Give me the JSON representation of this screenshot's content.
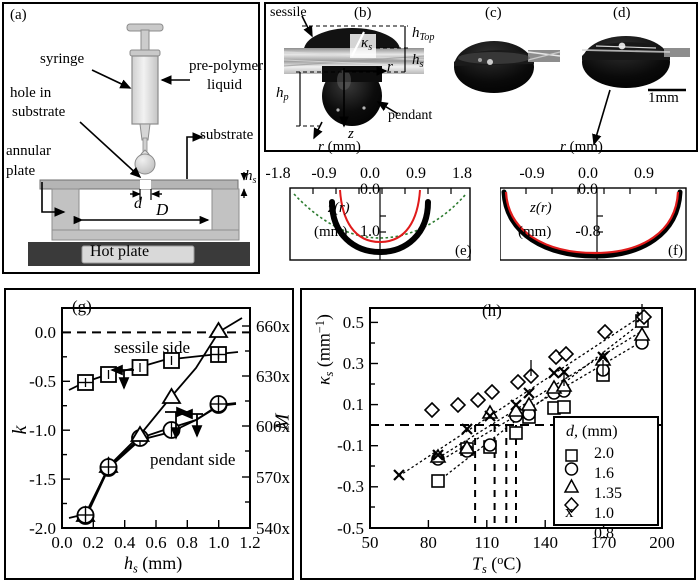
{
  "figure": {
    "panels": [
      "a",
      "b",
      "c",
      "d",
      "e",
      "f",
      "g",
      "h"
    ]
  },
  "panel_a": {
    "tag": "(a)",
    "labels": {
      "syringe": "syringe",
      "prepolymer_1": "pre-polymer",
      "prepolymer_2": "liquid",
      "hole_1": "hole in",
      "hole_2": "substrate",
      "annular_1": "annular",
      "annular_2": "plate",
      "substrate": "substrate",
      "hot_plate": "Hot plate",
      "d": "d",
      "D": "D",
      "hs": "h",
      "hs_sub": "s"
    },
    "colors": {
      "plate_gray": "#b5b5b5",
      "body_gray": "#c2c2c2",
      "hotplate_dark": "#3a3a3a",
      "hotplate_label_bg": "#d9d9d9"
    }
  },
  "panel_b": {
    "tag": "(b)",
    "labels": {
      "sessile": "sessile",
      "pendant": "pendant",
      "kappa_s": "κ",
      "kappa_sub": "s",
      "h_top": "h",
      "h_top_sub": "Top",
      "h_s": "h",
      "h_s_sub": "s",
      "h_p": "h",
      "h_p_sub": "p",
      "r": "r",
      "z": "z"
    }
  },
  "panel_c": {
    "tag": "(c)"
  },
  "panel_d": {
    "tag": "(d)",
    "scalebar_label": "1mm"
  },
  "panel_e": {
    "tag": "(e)",
    "axis_title": "r (mm)",
    "x_ticks": [
      "-1.8",
      "-0.9",
      "0.0",
      "0.9",
      "1.8"
    ],
    "y_label_1": "z(r)",
    "y_label_2": "(mm)",
    "y_ticks": [
      "0.0",
      "1.0"
    ],
    "curve_colors": {
      "data": "#000000",
      "fit": "#e01b1b",
      "parabola": "#2f7d32"
    }
  },
  "panel_f": {
    "tag": "(f)",
    "axis_title": "r (mm)",
    "x_ticks": [
      "-0.9",
      "0.0",
      "0.9"
    ],
    "y_label_1": "z(r)",
    "y_label_2": "(mm)",
    "y_ticks": [
      "0.0",
      "-0.8"
    ],
    "curve_colors": {
      "data": "#000000",
      "fit": "#e01b1b"
    }
  },
  "chart_data": [
    {
      "id": "panel_g",
      "type": "scatter",
      "tag": "(g)",
      "xlabel": "h_s (mm)",
      "xlabel_parts": {
        "sym": "h",
        "sub": "s",
        "unit": "(mm)"
      },
      "ylabel_left": "k",
      "ylabel_right": "M",
      "xlim": [
        0.0,
        1.2
      ],
      "ylim_left": [
        -2.0,
        0.25
      ],
      "ylim_right": [
        540,
        672
      ],
      "x_ticks": [
        "0.0",
        "0.2",
        "0.4",
        "0.6",
        "0.8",
        "1.0",
        "1.2"
      ],
      "x_tick_values": [
        0.0,
        0.2,
        0.4,
        0.6,
        0.8,
        1.0,
        1.2
      ],
      "y_ticks_left": [
        "0.0",
        "-0.5",
        "-1.0",
        "-1.5",
        "-2.0"
      ],
      "y_tick_values_left": [
        0.0,
        -0.5,
        -1.0,
        -1.5,
        -2.0
      ],
      "y_ticks_right": [
        "660x",
        "630x",
        "600x",
        "570x",
        "540x"
      ],
      "y_tick_values_right": [
        660,
        630,
        600,
        570,
        540
      ],
      "zero_line": 0.0,
      "annotations": [
        "sessile side",
        "pendant side"
      ],
      "series": [
        {
          "name": "k sessile side",
          "marker": "square",
          "axis": "left",
          "x": [
            0.15,
            0.3,
            0.5,
            0.7,
            1.0
          ],
          "y": [
            -0.59,
            -0.51,
            -0.43,
            -0.36,
            -0.3
          ],
          "yerr": [
            0.04,
            0.03,
            0.03,
            0.03,
            0.03
          ]
        },
        {
          "name": "k pendant side",
          "marker": "circle",
          "axis": "left",
          "x": [
            0.15,
            0.3,
            0.5,
            0.7,
            1.0
          ],
          "y": [
            -1.87,
            -1.38,
            -1.09,
            -1.0,
            -0.75
          ],
          "yerr": [
            0.07,
            0.06,
            0.04,
            0.04,
            0.03
          ]
        },
        {
          "name": "M sessile side",
          "marker": "triangle",
          "axis": "right",
          "x": [
            0.15,
            0.3,
            0.5,
            0.7,
            1.0
          ],
          "y": [
            543,
            575,
            600,
            620,
            665
          ],
          "yerr": [
            4,
            4,
            4,
            4,
            4
          ]
        },
        {
          "name": "M pendant side",
          "marker": "circle-plus",
          "axis": "right",
          "x": [
            0.15,
            0.3,
            0.5,
            0.7,
            1.0
          ],
          "y": [
            543,
            574,
            591,
            596,
            610
          ],
          "yerr": [
            4,
            4,
            4,
            4,
            4
          ]
        }
      ]
    },
    {
      "id": "panel_h",
      "type": "scatter",
      "tag": "(h)",
      "xlabel": "T_s (degC)",
      "xlabel_parts": {
        "sym": "T",
        "sub": "s",
        "unit": "(°C)"
      },
      "ylabel": "κ_s (mm^-1)",
      "ylabel_parts": {
        "sym": "κ",
        "sub": "s",
        "unit": "mm",
        "sup": "−1"
      },
      "xlim": [
        50,
        200
      ],
      "ylim": [
        -0.5,
        0.57
      ],
      "x_ticks": [
        "50",
        "80",
        "110",
        "140",
        "170",
        "200"
      ],
      "x_tick_values": [
        50,
        80,
        110,
        140,
        170,
        200
      ],
      "y_ticks": [
        "0.5",
        "0.3",
        "0.1",
        "-0.1",
        "-0.3",
        "-0.5"
      ],
      "y_tick_values": [
        0.5,
        0.3,
        0.1,
        -0.1,
        -0.3,
        -0.5
      ],
      "zero_line": 0.0,
      "dashed_verticals": [
        104,
        114,
        120,
        125
      ],
      "legend": {
        "title_sym": "d,",
        "title_unit": "(mm)",
        "entries": [
          {
            "marker": "square",
            "label": "2.0"
          },
          {
            "marker": "circle",
            "label": "1.6"
          },
          {
            "marker": "triangle",
            "label": "1.35"
          },
          {
            "marker": "cross",
            "label": "1.0"
          },
          {
            "marker": "diamond",
            "label": "0.8"
          }
        ]
      },
      "series": [
        {
          "name": "d = 2.0 mm",
          "marker": "square",
          "x": [
            85,
            100,
            112,
            125,
            132,
            145,
            150,
            170,
            190
          ],
          "y": [
            -0.27,
            -0.115,
            -0.105,
            -0.035,
            0.04,
            0.085,
            0.09,
            0.245,
            0.51
          ],
          "fit_line": {
            "x": [
              85,
              192
            ],
            "y": [
              -0.275,
              0.515
            ]
          }
        },
        {
          "name": "d = 1.6 mm",
          "marker": "circle",
          "x": [
            85,
            100,
            112,
            125,
            132,
            145,
            150,
            170,
            190
          ],
          "y": [
            -0.165,
            -0.125,
            -0.095,
            0.045,
            0.055,
            0.155,
            0.165,
            0.265,
            0.4
          ],
          "fit_line": {
            "x": [
              85,
              192
            ],
            "y": [
              -0.18,
              0.42
            ]
          }
        },
        {
          "name": "d = 1.35 mm",
          "marker": "triangle",
          "x": [
            85,
            100,
            112,
            125,
            132,
            145,
            150,
            170,
            190
          ],
          "y": [
            -0.15,
            -0.105,
            0.065,
            0.075,
            0.105,
            0.19,
            0.2,
            0.325,
            0.45
          ],
          "fit_line": {
            "x": [
              85,
              192
            ],
            "y": [
              -0.16,
              0.47
            ]
          }
        },
        {
          "name": "d = 1.0 mm",
          "marker": "cross",
          "x": [
            65,
            85,
            100,
            112,
            125,
            132,
            145,
            150,
            170,
            190
          ],
          "y": [
            -0.245,
            -0.145,
            -0.02,
            0.045,
            0.1,
            0.16,
            0.255,
            0.26,
            0.34,
            0.53
          ],
          "fit_line": {
            "x": [
              65,
              192
            ],
            "y": [
              -0.25,
              0.545
            ]
          }
        },
        {
          "name": "d = 0.8 mm",
          "marker": "diamond",
          "x": [
            82,
            95,
            105,
            112,
            125,
            132,
            145,
            150,
            170,
            190
          ],
          "y": [
            0.075,
            0.1,
            0.125,
            0.165,
            0.215,
            0.24,
            0.33,
            0.345,
            0.45,
            0.525
          ]
        }
      ]
    }
  ]
}
